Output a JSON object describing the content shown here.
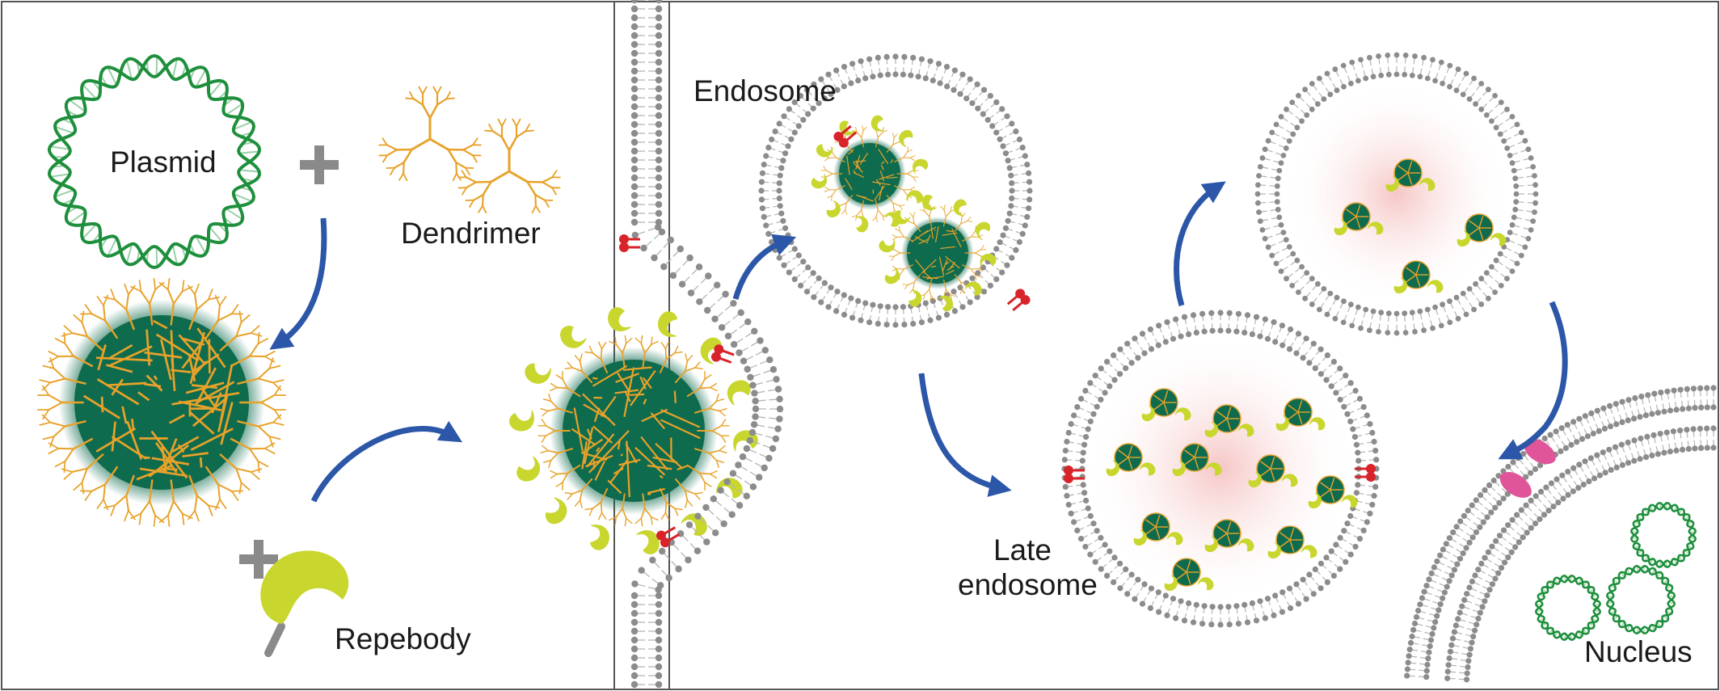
{
  "labels": {
    "plasmid": "Plasmid",
    "dendrimer": "Dendrimer",
    "repebody": "Repebody",
    "endosome": "Endosome",
    "late_endosome_line1": "Late",
    "late_endosome_line2": "endosome",
    "nucleus": "Nucleus"
  },
  "colors": {
    "dna_strand": "#1e8f3c",
    "dendrimer": "#e8a22a",
    "core": "#0f6b4d",
    "repebody": "#c8d62e",
    "repebody_stem": "#8a8a8a",
    "arrow": "#2c56a8",
    "membrane": "#8c8c8c",
    "receptor": "#d8232a",
    "pore": "#e0559a",
    "endosome_glow": "#f8d0d0",
    "plus": "#8a8a8a"
  },
  "icons": {
    "plus": "plus-icon",
    "arrow": "curved-arrow-icon"
  }
}
